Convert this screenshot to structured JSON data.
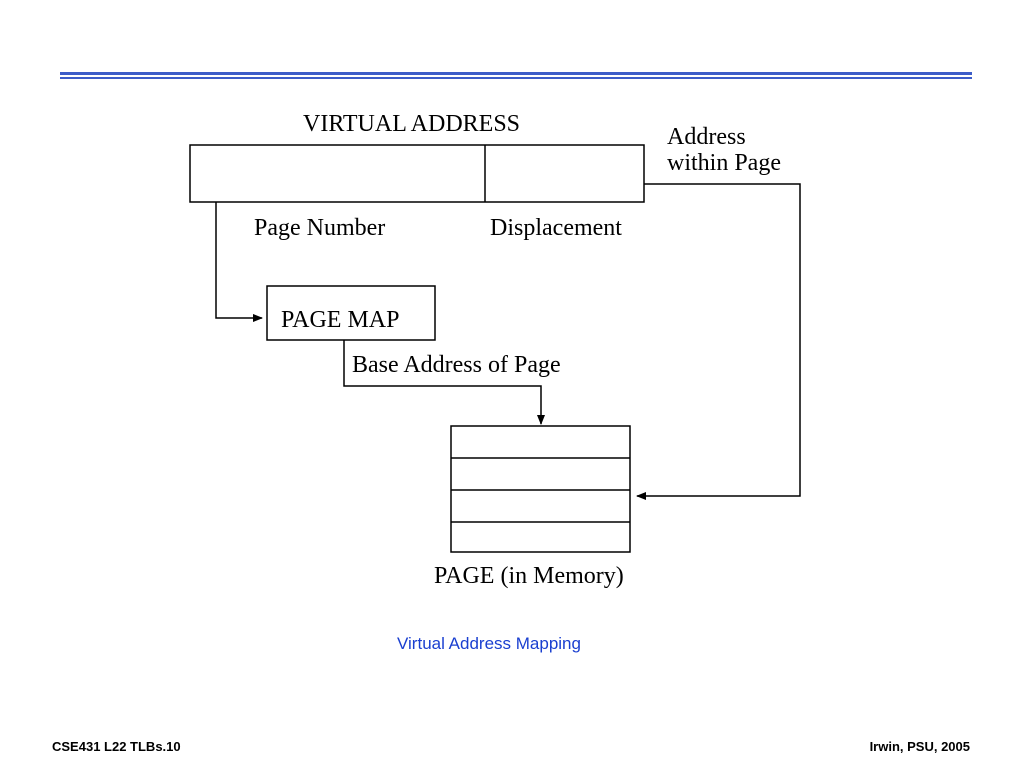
{
  "slide": {
    "labels": {
      "virtual_address": "VIRTUAL ADDRESS",
      "address_within_page_line1": "Address",
      "address_within_page_line2": "within Page",
      "page_number": "Page Number",
      "displacement": "Displacement",
      "page_map": "PAGE MAP",
      "base_address": "Base Address of Page",
      "page_in_memory": "PAGE (in Memory)"
    },
    "caption": "Virtual Address Mapping",
    "footer": {
      "left": "CSE431  L22  TLBs.10",
      "right": "Irwin, PSU, 2005"
    },
    "colors": {
      "rule": "#3c5cc8",
      "caption": "#1a3fd0"
    }
  }
}
